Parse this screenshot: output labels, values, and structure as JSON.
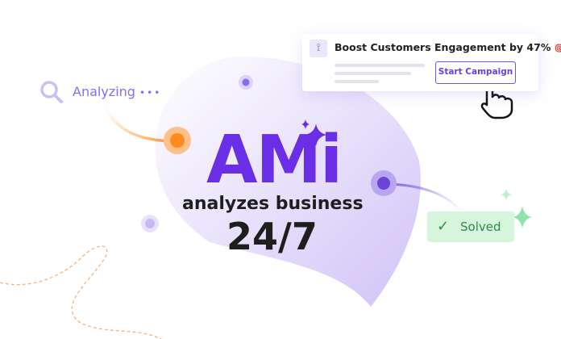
{
  "card": {
    "icon": "magnet-icon",
    "title": "Boost Customers Engagement by 47%",
    "title_emoji": "🎯",
    "button_label": "Start Campaign"
  },
  "analyzing": {
    "label": "Analyzing",
    "dots": "•••"
  },
  "hero": {
    "brand": "AMi",
    "tagline": "analyzes business",
    "availability": "24/7"
  },
  "solved": {
    "label": "Solved",
    "check": "✓"
  },
  "colors": {
    "brand": "#6a2ee6",
    "orange": "#ff8a1f",
    "green": "#2f8a45"
  }
}
